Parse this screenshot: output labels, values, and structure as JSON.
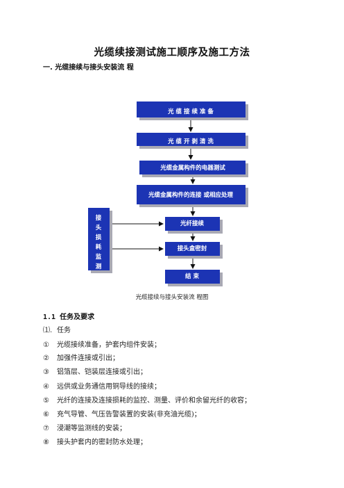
{
  "document": {
    "title": "光缆续接测试施工顺序及施工方法",
    "section_1": "一. 光缆接续与接头安装流 程",
    "flowchart": {
      "boxes": [
        {
          "id": "prep",
          "label": "光  缆  接  续  准  备"
        },
        {
          "id": "open",
          "label": "光  缆  开  剥  清  洗"
        },
        {
          "id": "test",
          "label": "光缆金属构件的电器测试"
        },
        {
          "id": "connect",
          "label": "光缆金属构件的连接  或相应处理"
        },
        {
          "id": "splice",
          "label": "光纤接续"
        },
        {
          "id": "seal",
          "label": "接头盒密封"
        },
        {
          "id": "end",
          "label": "结    束"
        }
      ],
      "side_box_chars": [
        "接",
        "头",
        "损",
        "耗",
        "监",
        "测"
      ],
      "colors": {
        "box_fill": "#1c34b4",
        "box_shadow": "#a9a9b4",
        "arrow": "#111111"
      }
    },
    "caption": "光缆接续与接头安装流 程图",
    "subsection_1_1": "1.1 任务及要求",
    "list_intro": {
      "num": "⑴.",
      "text": "任务"
    },
    "list": [
      {
        "num": "①",
        "text": "光缆接续准备，护套内组件安装；"
      },
      {
        "num": "②",
        "text": "加强件连接或引出；"
      },
      {
        "num": "③",
        "text": "铝箔层、铠装层连接或引出；"
      },
      {
        "num": "④",
        "text": "远供或业务通信用铜导线的接续；"
      },
      {
        "num": "⑤",
        "text": "光纤的连接及连接损耗的监控、测量、评价和余留光纤的收容；"
      },
      {
        "num": "⑥",
        "text": "充气导管、气压告警装置的安装(非充油光缆)；"
      },
      {
        "num": "⑦",
        "text": "浸潮等监测线的安装；"
      },
      {
        "num": "⑧",
        "text": "接头护套内的密封防水处理；"
      }
    ]
  }
}
